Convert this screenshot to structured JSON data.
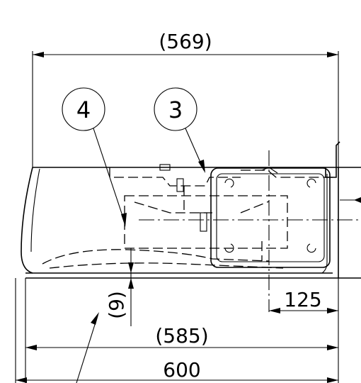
{
  "dimensions": {
    "top_width": "(569)",
    "bottom_inner_width": "(585)",
    "overall_width": "600",
    "right_offset": "125",
    "gap": "(9)"
  },
  "callouts": {
    "part_4": "4",
    "part_3": "3"
  }
}
